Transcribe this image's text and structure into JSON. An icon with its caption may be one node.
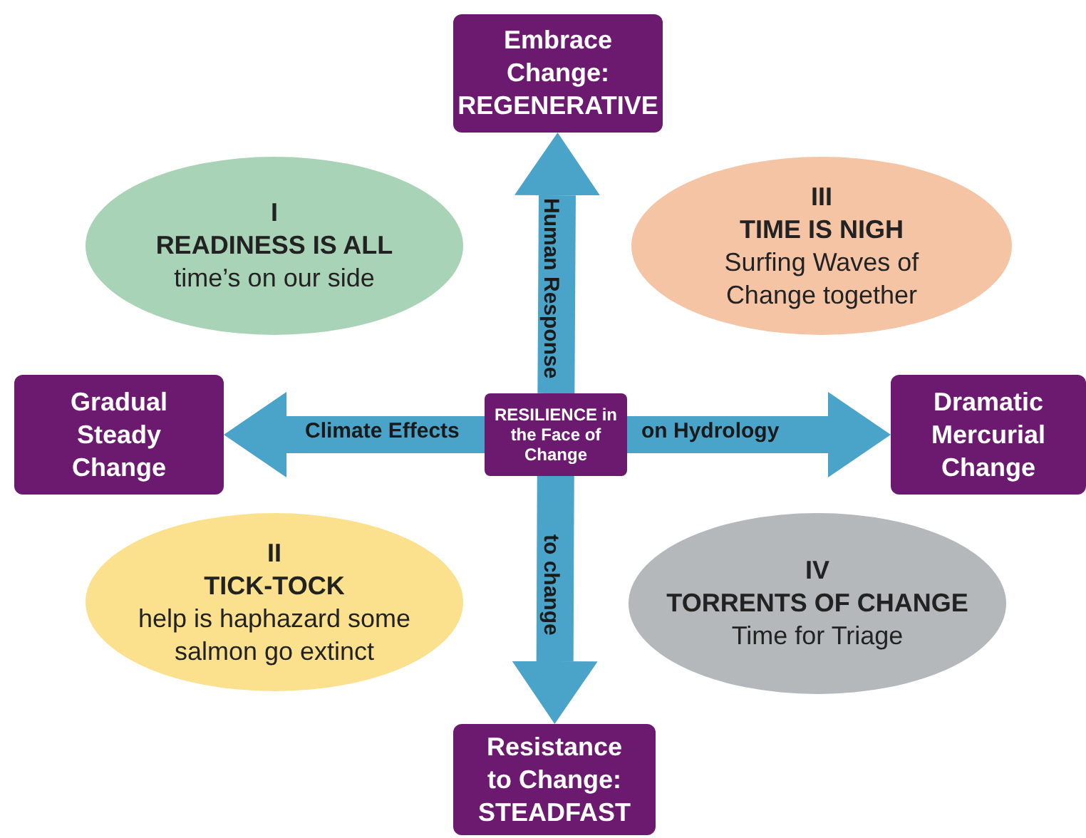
{
  "diagram": {
    "nodes": [
      {
        "text": [
          "Embrace Change: REGENERATIVE"
        ]
      },
      {
        "text": [
          "I",
          "READINESS IS ALL",
          "time’s on our side"
        ]
      },
      {
        "text": [
          "III",
          "TIME IS NIGH",
          "Surfing Waves of Change together"
        ]
      },
      {
        "text": [
          "Gradual Steady Change"
        ]
      },
      {
        "text": [
          "RESILIENCE in the Face of Change"
        ]
      },
      {
        "text": [
          "Dramatic Mercurial Change"
        ]
      },
      {
        "text": [
          "II",
          "TICK-TOCK",
          "help is haphazard some salmon go extinct"
        ]
      },
      {
        "text": [
          "IV",
          "TORRENTS OF CHANGE",
          "Time for Triage"
        ]
      },
      {
        "text": [
          "Resistance to Change: STEADFAST"
        ]
      }
    ],
    "edges": [
      {
        "from": 4,
        "to": 0,
        "arrow": "to",
        "label": "Human Response"
      },
      {
        "from": 4,
        "to": 3,
        "arrow": "to",
        "label": "Climate Effects"
      },
      {
        "from": 4,
        "to": 5,
        "arrow": "to",
        "label": "on Hydrology"
      },
      {
        "from": 4,
        "to": 8,
        "arrow": "to",
        "label": "to change"
      }
    ]
  }
}
